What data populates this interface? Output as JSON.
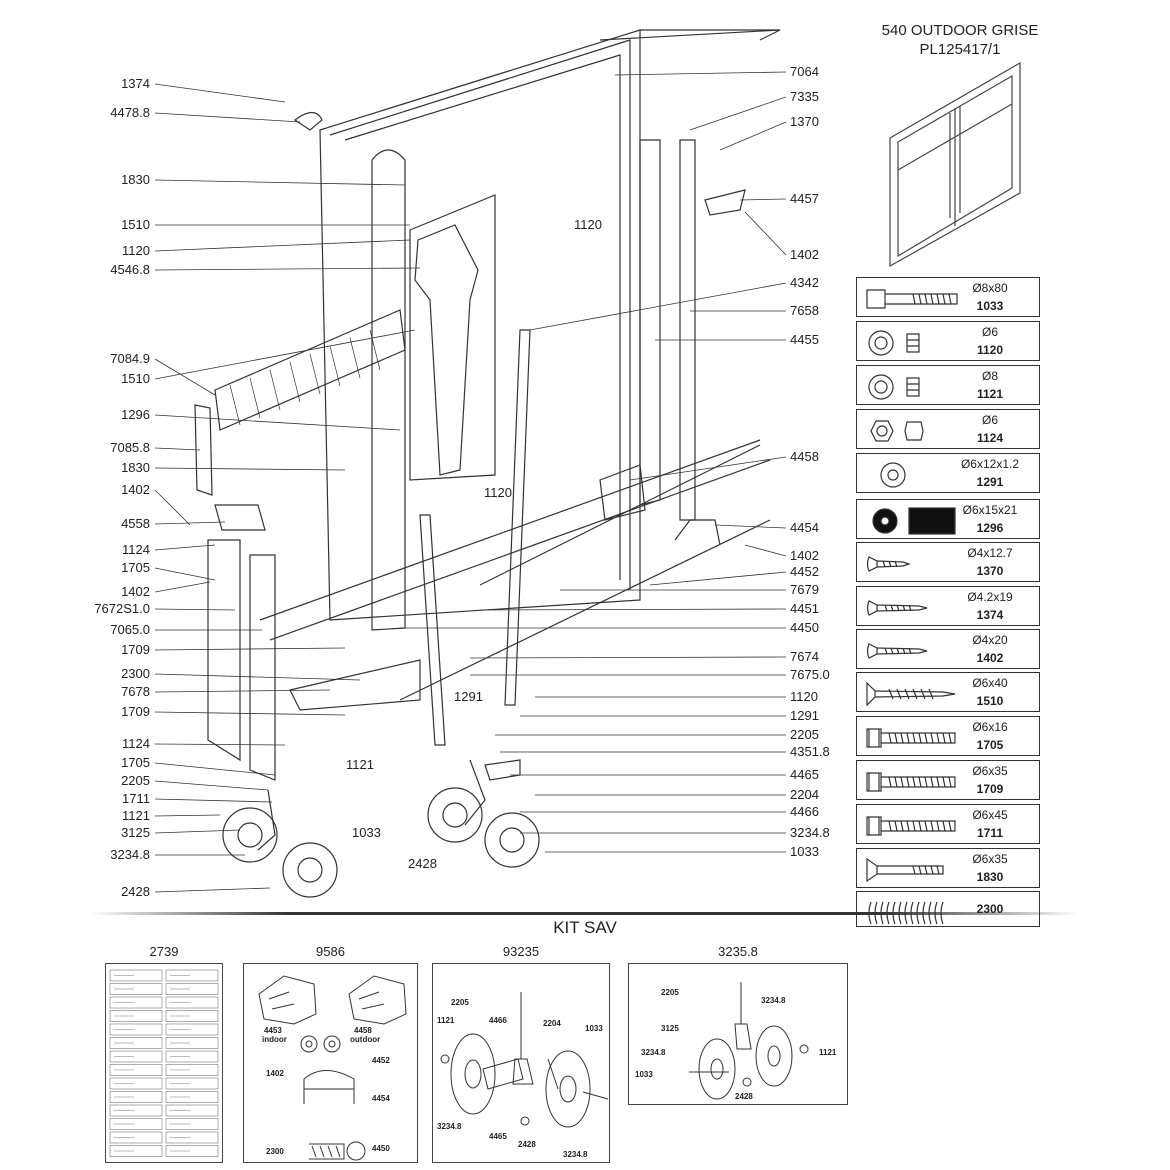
{
  "header": {
    "line1": "540  OUTDOOR  GRISE",
    "line2": "PL125417/1"
  },
  "labels_left": [
    "1374",
    "4478.8",
    "1830",
    "1510",
    "1120",
    "4546.8",
    "7084.9",
    "1510",
    "1296",
    "7085.8",
    "1830",
    "1402",
    "4558",
    "1124",
    "1705",
    "1402",
    "7672S1.0",
    "7065.0",
    "1709",
    "2300",
    "7678",
    "1709",
    "1124",
    "1705",
    "2205",
    "1711",
    "1121",
    "3125",
    "3234.8",
    "2428"
  ],
  "labels_right": [
    "7064",
    "7335",
    "1370",
    "4457",
    "1402",
    "4342",
    "7658",
    "4455",
    "4458",
    "4454",
    "1402",
    "4452",
    "7679",
    "4451",
    "4450",
    "7674",
    "7675.0",
    "1120",
    "1291",
    "2205",
    "4351.8",
    "4465",
    "2204",
    "4466",
    "3234.8",
    "1033"
  ],
  "labels_inner": [
    "1120",
    "1120",
    "1291",
    "1121",
    "1033",
    "2428"
  ],
  "parts": [
    {
      "spec": "Ø8x80",
      "code": "1033",
      "icon": "long-bolt-icon"
    },
    {
      "spec": "Ø6",
      "code": "1120",
      "icon": "nut-washer-icon"
    },
    {
      "spec": "Ø8",
      "code": "1121",
      "icon": "nut-washer-icon"
    },
    {
      "spec": "Ø6",
      "code": "1124",
      "icon": "hex-nut-icon"
    },
    {
      "spec": "Ø6x12x1.2",
      "code": "1291",
      "icon": "flat-washer-icon"
    },
    {
      "spec": "Ø6x15x21",
      "code": "1296",
      "icon": "washer-pad-icon"
    },
    {
      "spec": "Ø4x12.7",
      "code": "1370",
      "icon": "short-screw-icon"
    },
    {
      "spec": "Ø4.2x19",
      "code": "1374",
      "icon": "screw-icon"
    },
    {
      "spec": "Ø4x20",
      "code": "1402",
      "icon": "screw-icon"
    },
    {
      "spec": "Ø6x40",
      "code": "1510",
      "icon": "wood-screw-icon"
    },
    {
      "spec": "Ø6x16",
      "code": "1705",
      "icon": "hex-bolt-icon"
    },
    {
      "spec": "Ø6x35",
      "code": "1709",
      "icon": "hex-bolt-icon"
    },
    {
      "spec": "Ø6x45",
      "code": "1711",
      "icon": "hex-bolt-icon"
    },
    {
      "spec": "Ø6x35",
      "code": "1830",
      "icon": "countersunk-bolt-icon"
    },
    {
      "spec": "",
      "code": "2300",
      "icon": "spring-icon"
    }
  ],
  "kit": {
    "title": "KIT SAV",
    "numbers": [
      "2739",
      "9586",
      "93235",
      "3235.8"
    ],
    "kit9586": [
      "4453",
      "indoor",
      "4458",
      "outdoor",
      "4452",
      "1402",
      "4454",
      "2300",
      "4450"
    ],
    "kit93235": [
      "2205",
      "1121",
      "4466",
      "2204",
      "1033",
      "3234.8",
      "4465",
      "2428",
      "3234.8"
    ],
    "kit3235": [
      "2205",
      "3234.8",
      "3125",
      "3234.8",
      "1121",
      "1033",
      "2428"
    ]
  }
}
